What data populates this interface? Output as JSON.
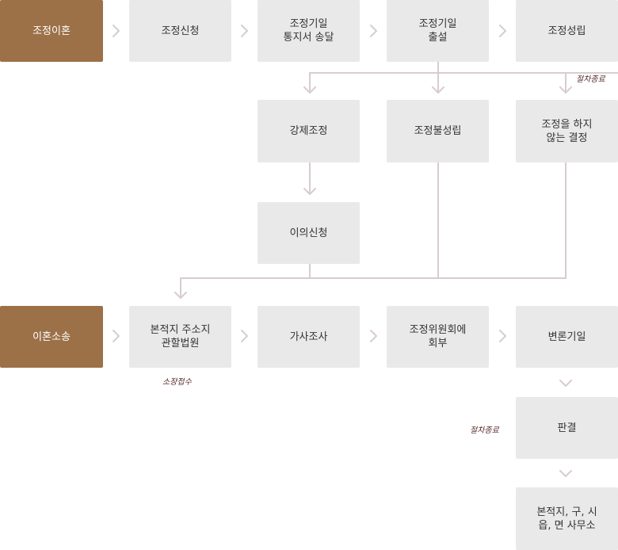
{
  "colors": {
    "primary_box": "#9c7148",
    "step_box": "#e9e9e9",
    "connector": "#d8ccce",
    "note_text": "#5a2a2a"
  },
  "mediation": {
    "start": "조정이혼",
    "steps": [
      "조정신청",
      "조정기일\n통지서 송달",
      "조정기일\n출설",
      "조정성립"
    ],
    "outcomes": [
      "강제조정",
      "조정불성립",
      "조정을 하지\n않는 결정"
    ],
    "objection": "이의신청",
    "end_note": "절차종료"
  },
  "litigation": {
    "start": "이혼소송",
    "steps": [
      "본적지 주소지\n관할법원",
      "가사조사",
      "조정위원회에\n회부",
      "변론기일"
    ],
    "filing_note": "소장접수",
    "judgment": "판결",
    "end_note": "절차종료",
    "final": "본적지, 구, 시\n읍, 면 사무소"
  }
}
